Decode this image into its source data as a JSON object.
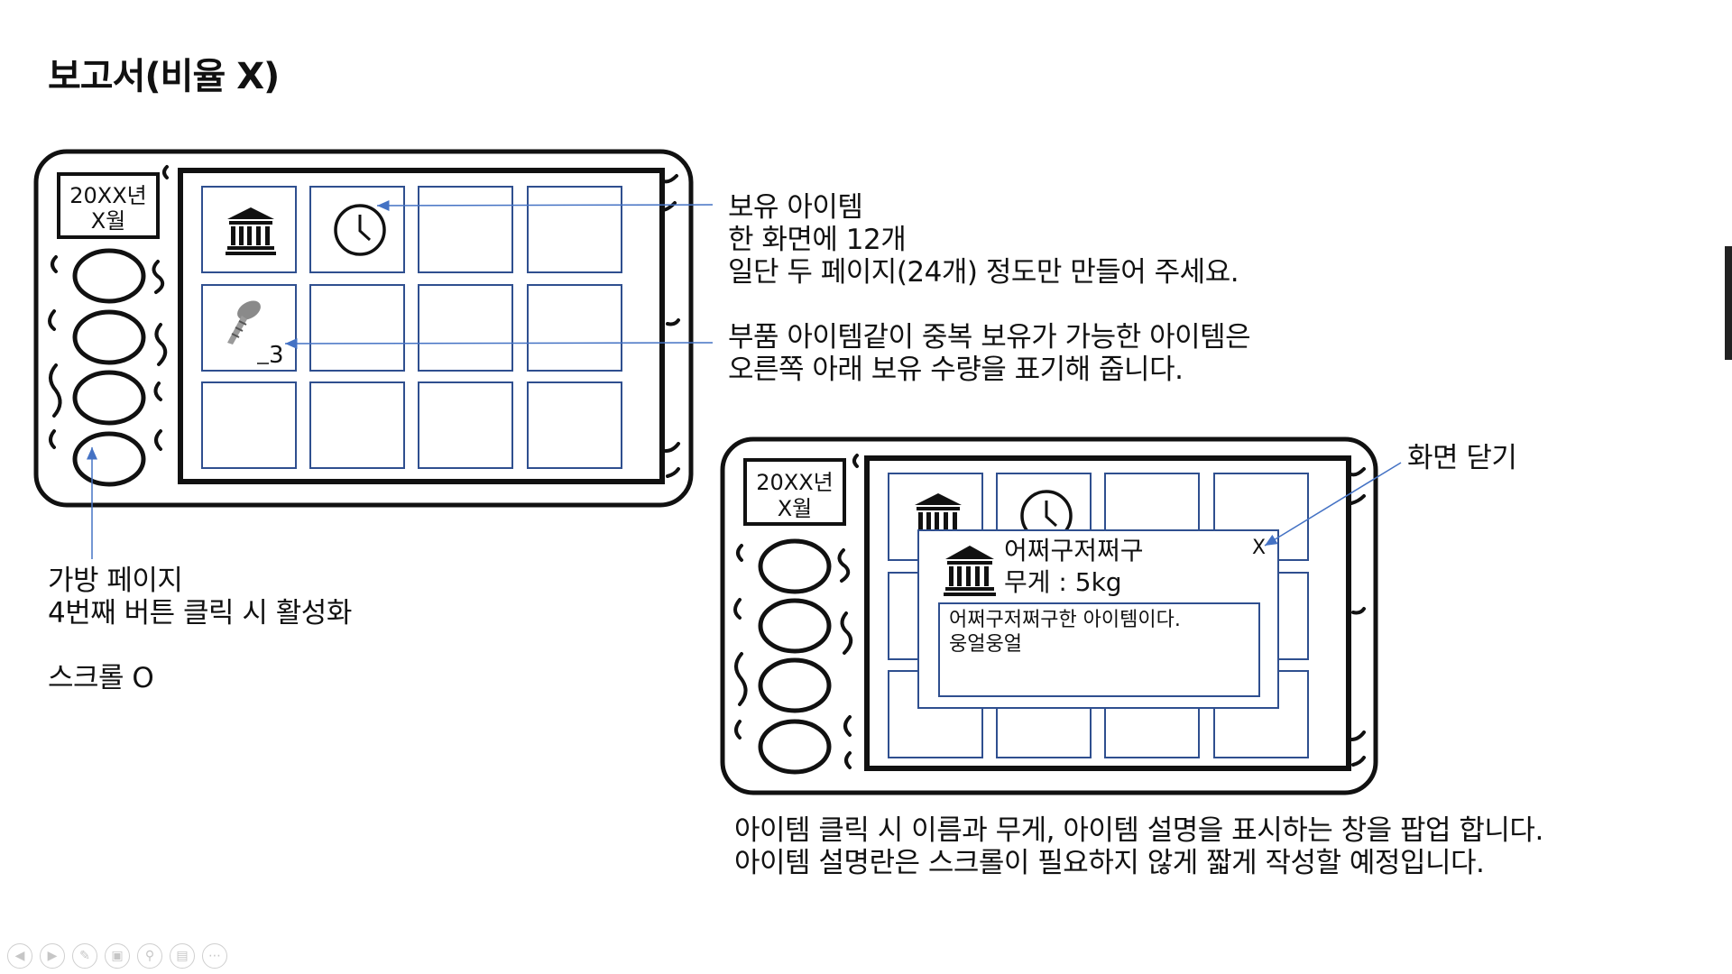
{
  "title": "보고서(비율 X)",
  "mockup1": {
    "date_lines": [
      "20XX년",
      "X월"
    ],
    "slot_icons": [
      "bank-icon",
      "clock-icon",
      "screw-icon"
    ],
    "screw_count": "3"
  },
  "mockup2": {
    "date_lines": [
      "20XX년",
      "X월"
    ],
    "popup": {
      "name": "어쩌구저쩌구",
      "weight": "무게 : 5kg",
      "close": "X",
      "description": [
        "어쩌구저쩌구한 아이템이다.",
        "웅얼웅얼"
      ]
    }
  },
  "notes": {
    "owned_items": [
      "보유 아이템",
      "한 화면에 12개",
      "일단 두 페이지(24개) 정도만 만들어 주세요."
    ],
    "stack_count": [
      "부품 아이템같이 중복 보유가 가능한 아이템은",
      "오른쪽 아래 보유 수량을 표기해 줍니다."
    ],
    "bag_page": [
      "가방 페이지",
      "4번째 버튼 클릭 시 활성화"
    ],
    "scroll": "스크롤 O",
    "close_screen": "화면 닫기",
    "popup_desc": [
      "아이템 클릭 시 이름과 무게, 아이템 설명을 표시하는 창을 팝업 합니다.",
      "아이템 설명란은 스크롤이 필요하지 않게 짧게 작성할 예정입니다."
    ]
  },
  "colors": {
    "slot_border": "#2f4f8f",
    "arrow": "#4472c4",
    "frame": "#111111"
  }
}
